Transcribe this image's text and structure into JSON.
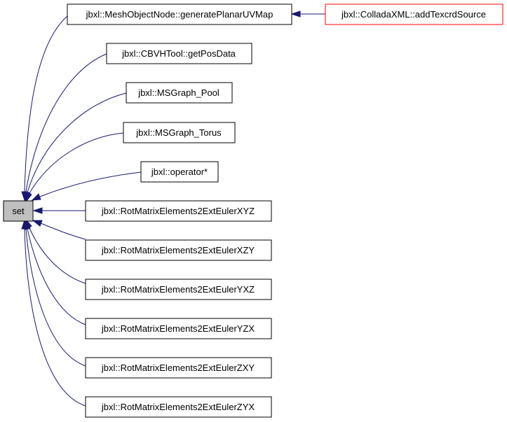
{
  "colors": {
    "edge": "#191970",
    "focus_fill": "#bfbfbf",
    "node_border": "#000000",
    "highlight_border": "#ff0000",
    "background": "#ffffff"
  },
  "nodes": {
    "focus": "set",
    "generatePlanarUVMap": "jbxl::MeshObjectNode::generatePlanarUVMap",
    "addTexcrdSource": "jbxl::ColladaXML::addTexcrdSource",
    "getPosData": "jbxl::CBVHTool::getPosData",
    "msgraphPool": "jbxl::MSGraph_Pool",
    "msgraphTorus": "jbxl::MSGraph_Torus",
    "operatorStar": "jbxl::operator*",
    "xyz": "jbxl::RotMatrixElements2ExtEulerXYZ",
    "xzy": "jbxl::RotMatrixElements2ExtEulerXZY",
    "yxz": "jbxl::RotMatrixElements2ExtEulerYXZ",
    "yzx": "jbxl::RotMatrixElements2ExtEulerYZX",
    "zxy": "jbxl::RotMatrixElements2ExtEulerZXY",
    "zyx": "jbxl::RotMatrixElements2ExtEulerZYX"
  }
}
